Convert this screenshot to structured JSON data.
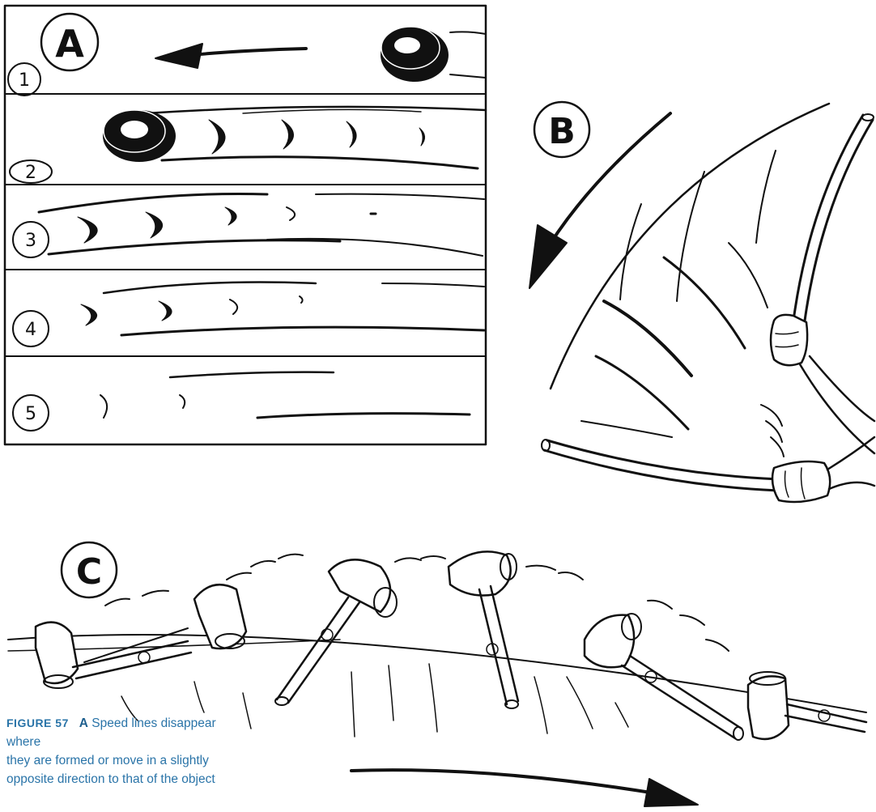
{
  "panels": {
    "a": {
      "label": "A",
      "row_numbers": [
        "1",
        "2",
        "3",
        "4",
        "5"
      ]
    },
    "b": {
      "label": "B"
    },
    "c": {
      "label": "C"
    }
  },
  "caption": {
    "figure": "FIGURE 57",
    "letter": "A",
    "lines": [
      "Speed lines disappear where",
      "they are formed or move in a slightly",
      "opposite direction to that of the object"
    ]
  },
  "colors": {
    "ink": "#111111",
    "caption": "#2a74a8"
  }
}
